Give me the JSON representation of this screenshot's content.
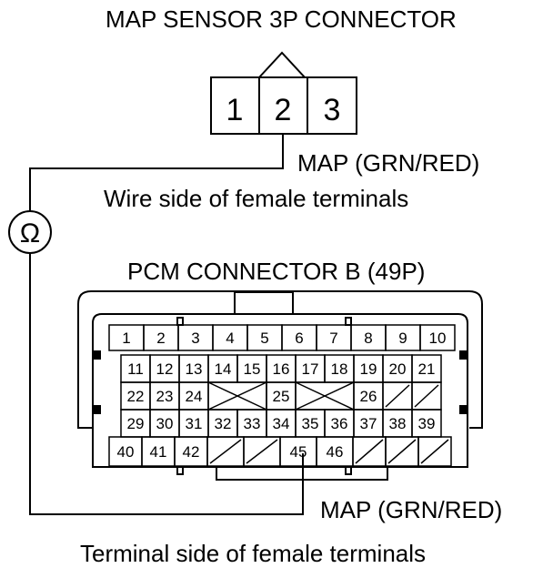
{
  "map_connector": {
    "title": "MAP SENSOR 3P CONNECTOR",
    "pins": [
      "1",
      "2",
      "3"
    ],
    "wire_label": "MAP (GRN/RED)",
    "caption": "Wire side of female terminals"
  },
  "meter": {
    "symbol": "Ω"
  },
  "pcm_connector": {
    "title": "PCM CONNECTOR B (49P)",
    "row1": [
      "1",
      "2",
      "3",
      "4",
      "5",
      "6",
      "7",
      "8",
      "9",
      "10"
    ],
    "row2": [
      "11",
      "12",
      "13",
      "14",
      "15",
      "16",
      "17",
      "18",
      "19",
      "20",
      "21"
    ],
    "row3": [
      "22",
      "23",
      "24",
      "X",
      "25",
      "X",
      "26",
      "/",
      "/"
    ],
    "row4": [
      "29",
      "30",
      "31",
      "32",
      "33",
      "34",
      "35",
      "36",
      "37",
      "38",
      "39"
    ],
    "row5": [
      "40",
      "41",
      "42",
      "/",
      "/",
      "45",
      "46",
      "/",
      "/",
      "/"
    ],
    "wire_label": "MAP (GRN/RED)",
    "caption": "Terminal side of female terminals"
  }
}
